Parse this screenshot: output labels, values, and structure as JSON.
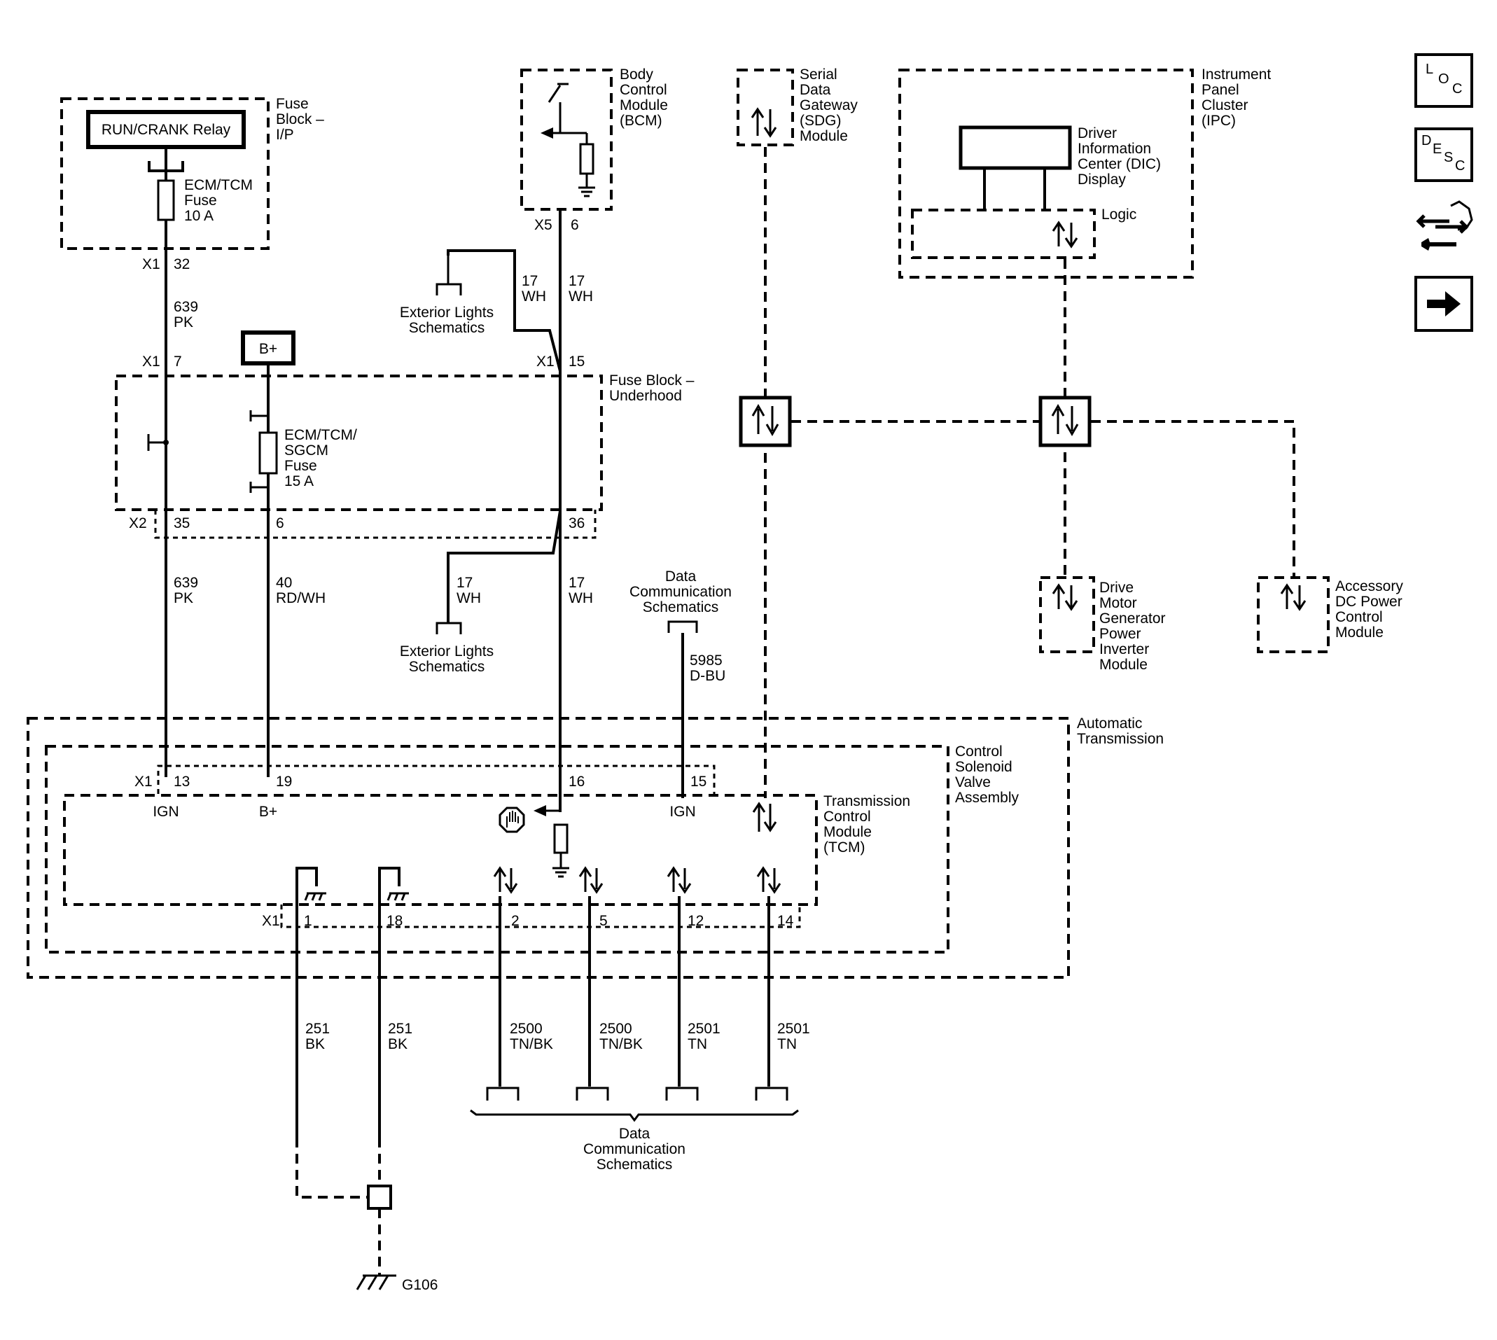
{
  "modules": {
    "fuse_block_ip": [
      "Fuse",
      "Block –",
      "I/P"
    ],
    "run_crank_relay": "RUN/CRANK Relay",
    "ecm_tcm_fuse": [
      "ECM/TCM",
      "Fuse",
      "10 A"
    ],
    "bcm": [
      "Body",
      "Control",
      "Module",
      "(BCM)"
    ],
    "sdg": [
      "Serial",
      "Data",
      "Gateway",
      "(SDG)",
      "Module"
    ],
    "ipc": [
      "Instrument",
      "Panel",
      "Cluster",
      "(IPC)"
    ],
    "dic": [
      "Driver",
      "Information",
      "Center (DIC)",
      "Display"
    ],
    "logic": "Logic",
    "b_plus_box": "B+",
    "fuse_block_underhood": [
      "Fuse Block –",
      "Underhood"
    ],
    "ecm_tcm_sgcm_fuse": [
      "ECM/TCM/",
      "SGCM",
      "Fuse",
      "15 A"
    ],
    "exterior_lights": [
      "Exterior Lights",
      "Schematics"
    ],
    "data_comm": [
      "Data",
      "Communication",
      "Schematics"
    ],
    "dmgpim": [
      "Drive",
      "Motor",
      "Generator",
      "Power",
      "Inverter",
      "Module"
    ],
    "accessory_dc": [
      "Accessory",
      "DC Power",
      "Control",
      "Module"
    ],
    "automatic_transmission": [
      "Automatic",
      "Transmission"
    ],
    "control_solenoid": [
      "Control",
      "Solenoid",
      "Valve",
      "Assembly"
    ],
    "tcm": [
      "Transmission",
      "Control",
      "Module",
      "(TCM)"
    ],
    "ground": "G106"
  },
  "connectors": {
    "x1": "X1",
    "x2": "X2",
    "x5": "X5",
    "p32": "32",
    "p7": "7",
    "p35": "35",
    "p6a": "6",
    "p6": "6",
    "p15a": "15",
    "p36": "36",
    "p13": "13",
    "p19": "19",
    "p16": "16",
    "p15": "15",
    "p1": "1",
    "p18": "18",
    "p2": "2",
    "p5": "5",
    "p12": "12",
    "p14": "14",
    "ign1": "IGN",
    "bplus": "B+",
    "ign2": "IGN"
  },
  "wires": {
    "w639a": [
      "639",
      "PK"
    ],
    "w639b": [
      "639",
      "PK"
    ],
    "w40": [
      "40",
      "RD/WH"
    ],
    "w17a": [
      "17",
      "WH"
    ],
    "w17b": [
      "17",
      "WH"
    ],
    "w17c": [
      "17",
      "WH"
    ],
    "w17d": [
      "17",
      "WH"
    ],
    "w5985": [
      "5985",
      "D-BU"
    ],
    "w251a": [
      "251",
      "BK"
    ],
    "w251b": [
      "251",
      "BK"
    ],
    "w2500a": [
      "2500",
      "TN/BK"
    ],
    "w2500b": [
      "2500",
      "TN/BK"
    ],
    "w2501a": [
      "2501",
      "TN"
    ],
    "w2501b": [
      "2501",
      "TN"
    ]
  },
  "nav": {
    "loc": [
      "L",
      "O",
      "C"
    ],
    "desc": [
      "D",
      "E",
      "S",
      "C"
    ],
    "connector_icon": "connector-icon",
    "next_icon": "arrow-right-icon"
  }
}
